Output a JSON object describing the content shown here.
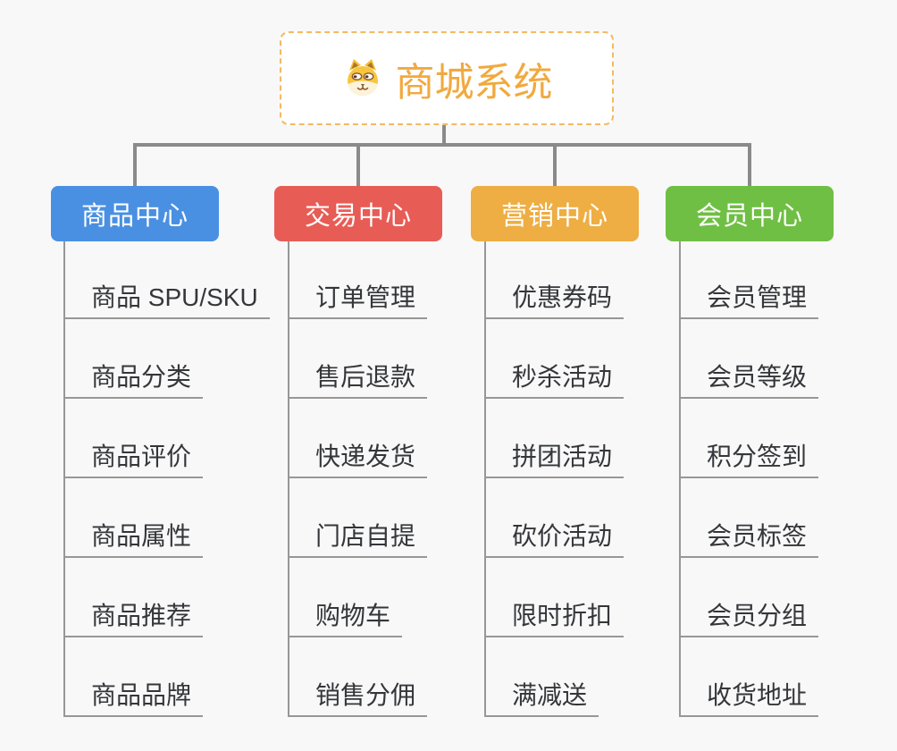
{
  "root": {
    "title": "商城系统",
    "icon": "dog-face-icon"
  },
  "branches": [
    {
      "label": "商品中心",
      "color": "#4A90E2",
      "children": [
        "商品 SPU/SKU",
        "商品分类",
        "商品评价",
        "商品属性",
        "商品推荐",
        "商品品牌"
      ]
    },
    {
      "label": "交易中心",
      "color": "#E85C56",
      "children": [
        "订单管理",
        "售后退款",
        "快递发货",
        "门店自提",
        "购物车",
        "销售分佣"
      ]
    },
    {
      "label": "营销中心",
      "color": "#EEAE43",
      "children": [
        "优惠券码",
        "秒杀活动",
        "拼团活动",
        "砍价活动",
        "限时折扣",
        "满减送"
      ]
    },
    {
      "label": "会员中心",
      "color": "#6FBF44",
      "children": [
        "会员管理",
        "会员等级",
        "积分签到",
        "会员标签",
        "会员分组",
        "收货地址"
      ]
    }
  ],
  "colors": {
    "background": "#F8F8F8",
    "connector": "#8A8A8A",
    "child_line": "#979797",
    "root_accent": "#F1A93E",
    "root_border": "#F3BA62"
  }
}
